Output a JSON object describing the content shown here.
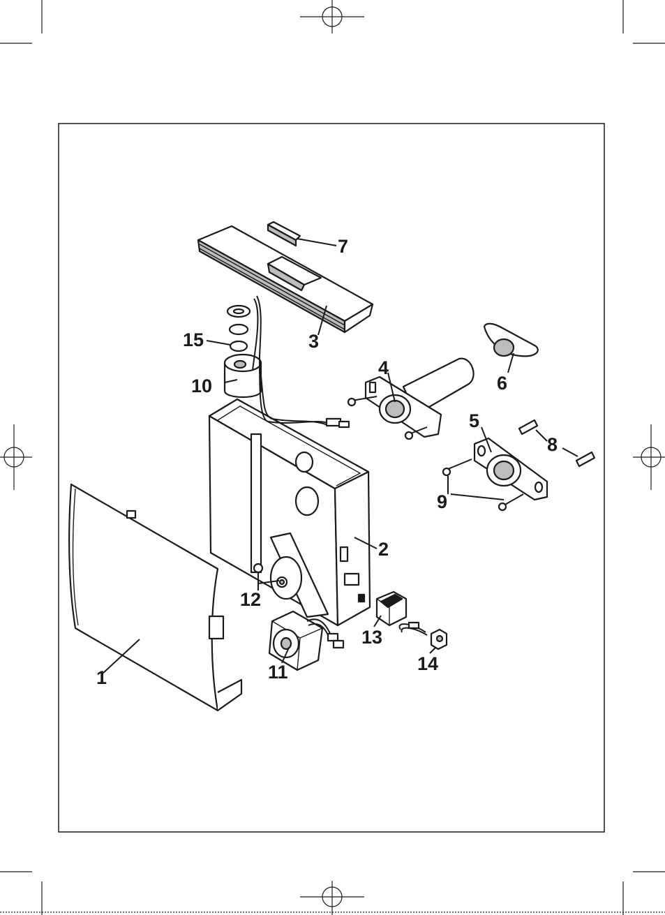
{
  "diagram": {
    "parts": [
      {
        "number": "1"
      },
      {
        "number": "2"
      },
      {
        "number": "3"
      },
      {
        "number": "4"
      },
      {
        "number": "5"
      },
      {
        "number": "6"
      },
      {
        "number": "7"
      },
      {
        "number": "8"
      },
      {
        "number": "9"
      },
      {
        "number": "10"
      },
      {
        "number": "11"
      },
      {
        "number": "12"
      },
      {
        "number": "13"
      },
      {
        "number": "14"
      },
      {
        "number": "15"
      }
    ],
    "colors": {
      "ink": "#1a1a1a",
      "fill_light": "#ffffff",
      "fill_shade": "#bdbdbd"
    }
  }
}
